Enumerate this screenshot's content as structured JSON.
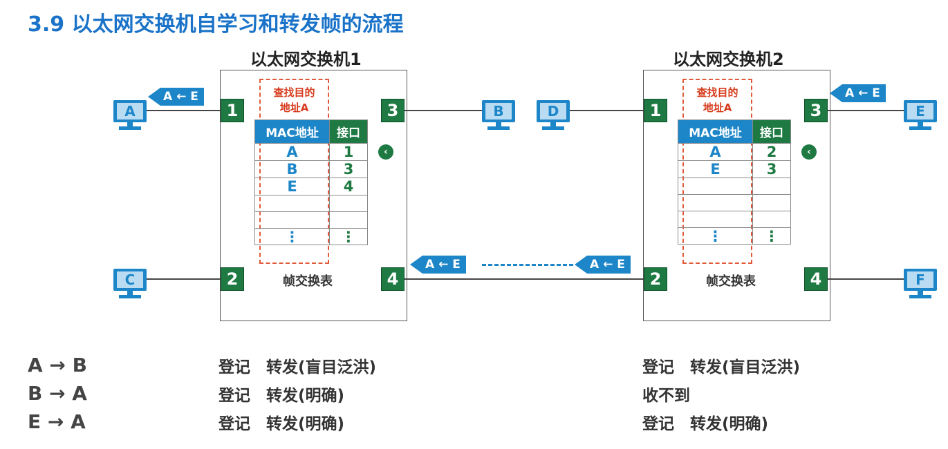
{
  "title": "3.9 以太网交换机自学习和转发帧的流程",
  "switch1": {
    "title": "以太网交换机1",
    "ports": [
      "1",
      "2",
      "3",
      "4"
    ],
    "lookup_label": "查找目的\n地址A",
    "table_header_mac": "MAC地址",
    "table_header_port": "接口",
    "rows": [
      {
        "mac": "A",
        "port": "1"
      },
      {
        "mac": "B",
        "port": "3"
      },
      {
        "mac": "E",
        "port": "4"
      },
      {
        "mac": "",
        "port": ""
      },
      {
        "mac": "",
        "port": ""
      },
      {
        "mac": "⋮",
        "port": "⋮"
      }
    ],
    "caption": "帧交换表"
  },
  "switch2": {
    "title": "以太网交换机2",
    "ports": [
      "1",
      "2",
      "3",
      "4"
    ],
    "lookup_label": "查找目的\n地址A",
    "table_header_mac": "MAC地址",
    "table_header_port": "接口",
    "rows": [
      {
        "mac": "A",
        "port": "2"
      },
      {
        "mac": "E",
        "port": "3"
      },
      {
        "mac": "",
        "port": ""
      },
      {
        "mac": "",
        "port": ""
      },
      {
        "mac": "",
        "port": ""
      },
      {
        "mac": "⋮",
        "port": "⋮"
      }
    ],
    "caption": "帧交换表"
  },
  "hosts": {
    "A": "A",
    "B": "B",
    "C": "C",
    "D": "D",
    "E": "E",
    "F": "F"
  },
  "frame_label": "A ← E",
  "flows": [
    {
      "label": "A → B",
      "sw1": "登记　转发(盲目泛洪)",
      "sw2": "登记　转发(盲目泛洪)"
    },
    {
      "label": "B → A",
      "sw1": "登记　转发(明确)",
      "sw2": "收不到"
    },
    {
      "label": "E → A",
      "sw1": "登记　转发(明确)",
      "sw2": "登记　转发(明确)"
    }
  ],
  "colors": {
    "accent": "#1a73c8",
    "host_blue": "#1d86c8",
    "port_green": "#1e7a42",
    "lookup_red": "#d63b1c"
  }
}
